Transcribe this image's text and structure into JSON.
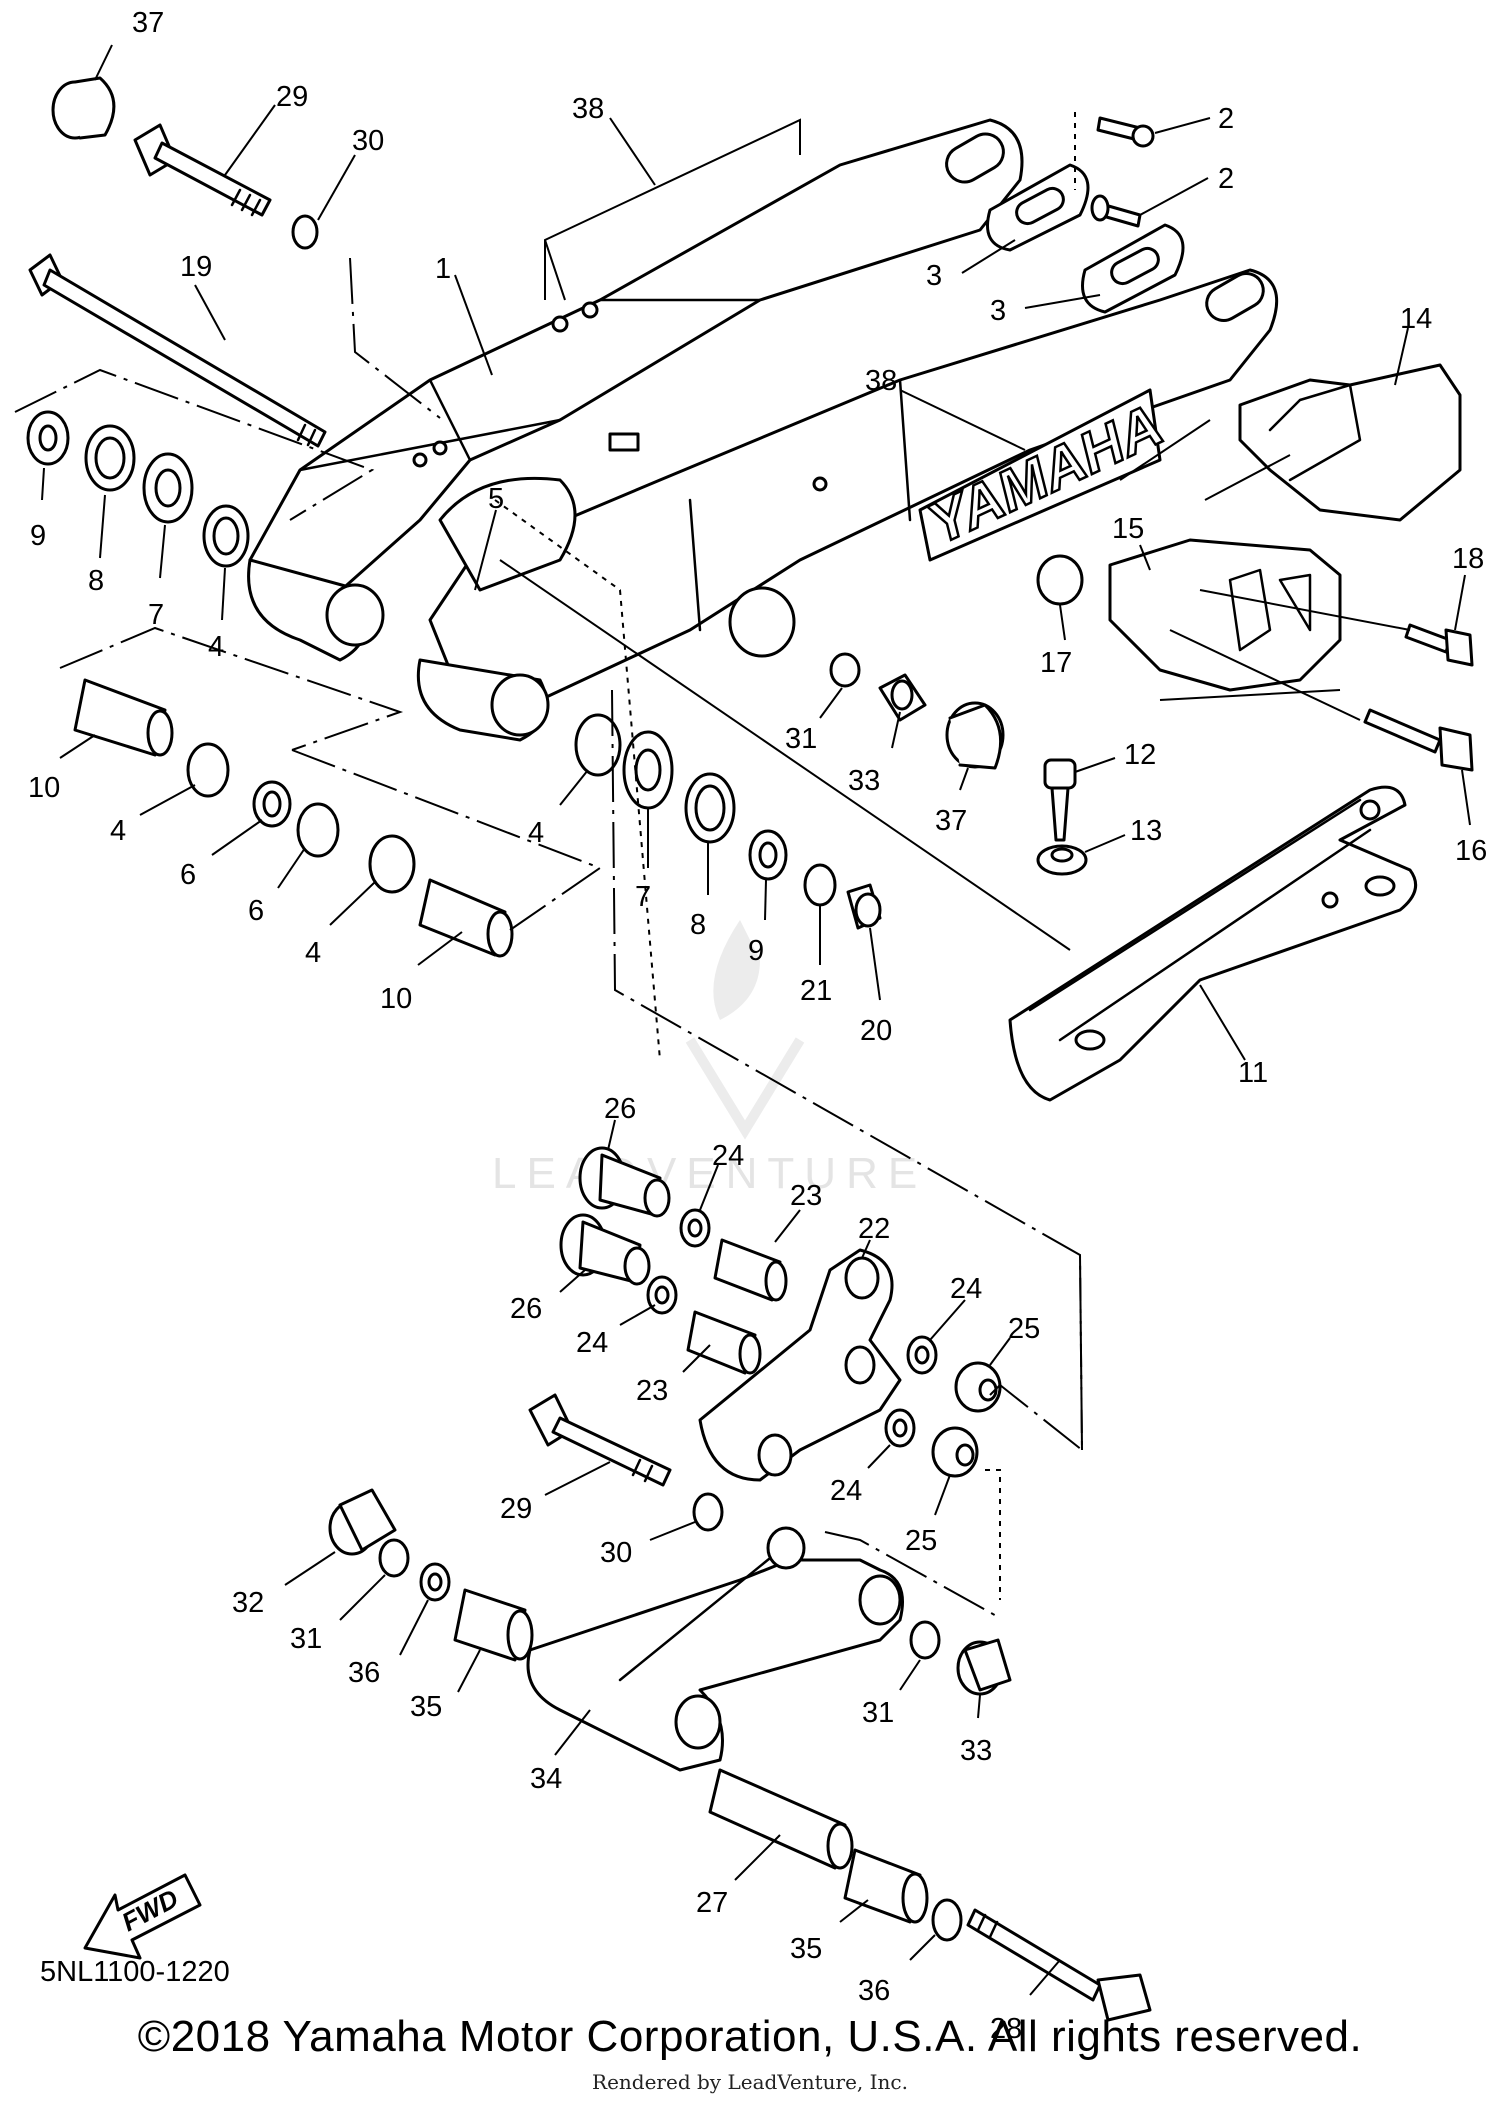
{
  "diagram": {
    "callouts": [
      {
        "n": "37"
      },
      {
        "n": "29"
      },
      {
        "n": "30"
      },
      {
        "n": "38"
      },
      {
        "n": "2"
      },
      {
        "n": "2"
      },
      {
        "n": "3"
      },
      {
        "n": "3"
      },
      {
        "n": "19"
      },
      {
        "n": "1"
      },
      {
        "n": "38"
      },
      {
        "n": "14"
      },
      {
        "n": "9"
      },
      {
        "n": "8"
      },
      {
        "n": "7"
      },
      {
        "n": "4"
      },
      {
        "n": "5"
      },
      {
        "n": "15"
      },
      {
        "n": "18"
      },
      {
        "n": "17"
      },
      {
        "n": "31"
      },
      {
        "n": "33"
      },
      {
        "n": "37"
      },
      {
        "n": "12"
      },
      {
        "n": "16"
      },
      {
        "n": "13"
      },
      {
        "n": "10"
      },
      {
        "n": "4"
      },
      {
        "n": "6"
      },
      {
        "n": "6"
      },
      {
        "n": "4"
      },
      {
        "n": "10"
      },
      {
        "n": "4"
      },
      {
        "n": "7"
      },
      {
        "n": "8"
      },
      {
        "n": "9"
      },
      {
        "n": "21"
      },
      {
        "n": "20"
      },
      {
        "n": "11"
      },
      {
        "n": "26"
      },
      {
        "n": "24"
      },
      {
        "n": "23"
      },
      {
        "n": "22"
      },
      {
        "n": "26"
      },
      {
        "n": "24"
      },
      {
        "n": "23"
      },
      {
        "n": "24"
      },
      {
        "n": "25"
      },
      {
        "n": "24"
      },
      {
        "n": "25"
      },
      {
        "n": "29"
      },
      {
        "n": "30"
      },
      {
        "n": "32"
      },
      {
        "n": "31"
      },
      {
        "n": "36"
      },
      {
        "n": "35"
      },
      {
        "n": "34"
      },
      {
        "n": "31"
      },
      {
        "n": "33"
      },
      {
        "n": "27"
      },
      {
        "n": "35"
      },
      {
        "n": "36"
      },
      {
        "n": "28"
      }
    ],
    "swingarm_brand": "YAMAHA",
    "fwd_label": "FWD",
    "watermark": "LEADVENTURE"
  },
  "footer": {
    "catalog_code": "5NL1100-1220",
    "copyright": "©2018 Yamaha Motor Corporation, U.S.A. All rights reserved.",
    "render_credit": "Rendered by LeadVenture, Inc."
  }
}
